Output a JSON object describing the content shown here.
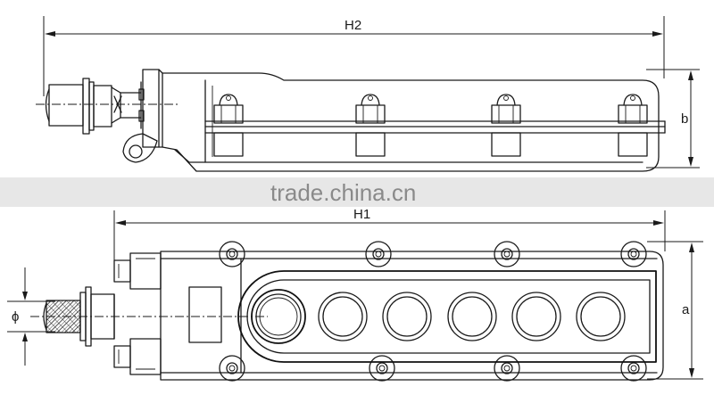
{
  "dimensions": {
    "h2": "H2",
    "b": "b",
    "h1": "H1",
    "a": "a",
    "phi": "ϕ"
  },
  "watermark": "trade.china.cn",
  "views": {
    "side": {
      "pushbuttons": 4
    },
    "top": {
      "pushbuttons": 6,
      "mounting_holes_per_edge": 4
    }
  },
  "colors": {
    "line": "#1a1a1a",
    "band": "#d4d4d4",
    "watermark": "#8a8a8a",
    "background": "#ffffff"
  }
}
